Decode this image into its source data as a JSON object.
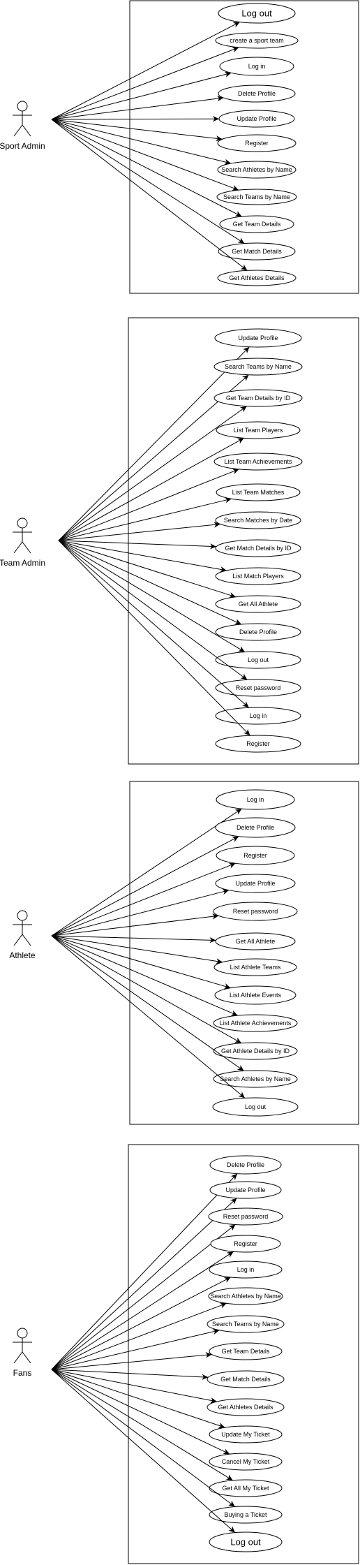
{
  "diagram": {
    "colors": {
      "stroke": "#000000",
      "fill": "#ffffff",
      "text": "#000000"
    },
    "sections": [
      {
        "actor": "Sport Admin",
        "use_cases": [
          "Log out",
          "create a sport team",
          "Log in",
          "Delete Profile",
          "Update Profile",
          "Register",
          "Search Athletes by Name",
          "Search Teams by Name",
          "Get Team Details",
          "Get Match Details",
          "Get Athletes Details"
        ]
      },
      {
        "actor": "Team Admin",
        "use_cases": [
          "Update Profile",
          "Search Teams by Name",
          "Get Team Details by ID",
          "List Team Players",
          "List Team Achievements",
          "List Team Matches",
          "Search Matches by Date",
          "Get Match Details by ID",
          "List Match Players",
          "Get All Athlete",
          "Delete Profile",
          "Log out",
          "Reset password",
          "Log in",
          "Register"
        ]
      },
      {
        "actor": "Athlete",
        "use_cases": [
          "Log in",
          "Delete Profile",
          "Register",
          "Update Profile",
          "Reset password",
          "Get All Athlete",
          "List Athlete Teams",
          "List Athlete Events",
          "List Athlete Achievements",
          "Get Athlete Details by ID",
          "Search Athletes by Name",
          "Log out"
        ]
      },
      {
        "actor": "Fans",
        "use_cases": [
          "Delete Profile",
          "Update Profile",
          "Reset password",
          "Register",
          "Log in",
          "Search Athletes by Name",
          "Search Teams by Name",
          "Get Team Details",
          "Get Match Details",
          "Get Athletes Details",
          "Update My Ticket",
          "Cancel My Ticket",
          "Get All My Ticket",
          "Buying a Ticket",
          "Log out"
        ]
      }
    ]
  }
}
